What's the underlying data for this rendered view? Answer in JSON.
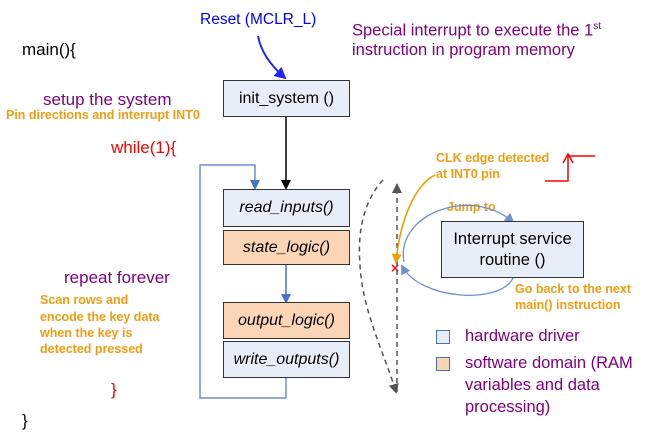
{
  "labels": {
    "main_open": "main(){",
    "main_close": "}",
    "reset": "Reset (MCLR_L)",
    "special_interrupt_line1": "Special interrupt to execute the 1",
    "special_interrupt_sup": "st",
    "special_interrupt_line2": "instruction in program memory",
    "setup": "setup the system",
    "pin_directions": "Pin directions and interrupt INT0",
    "while_open": "while(1){",
    "while_close": "}",
    "repeat_forever": "repeat forever",
    "scan_note": [
      "Scan rows and",
      "encode the key data",
      "when the key is",
      "detected pressed"
    ],
    "clk_edge": [
      "CLK edge detected",
      "at INT0 pin"
    ],
    "jump_to": "Jump to",
    "go_back": [
      "Go back to the next",
      "main() instruction"
    ]
  },
  "boxes": {
    "init_system": "init_system ()",
    "read_inputs": "read_inputs()",
    "state_logic": "state_logic()",
    "output_logic": "output_logic()",
    "write_outputs": "write_outputs()",
    "isr": [
      "Interrupt service",
      "routine ()"
    ]
  },
  "legend": {
    "hardware": "hardware driver",
    "software": [
      "software domain (RAM",
      "variables and data",
      "processing)"
    ]
  },
  "colors": {
    "hardware_fill": "#e8eef8",
    "software_fill": "#fbd5b5",
    "arrow_blue": "#4472c4",
    "purple_text": "#800080",
    "orange_text": "#f39c12",
    "red": "#ff0000"
  }
}
